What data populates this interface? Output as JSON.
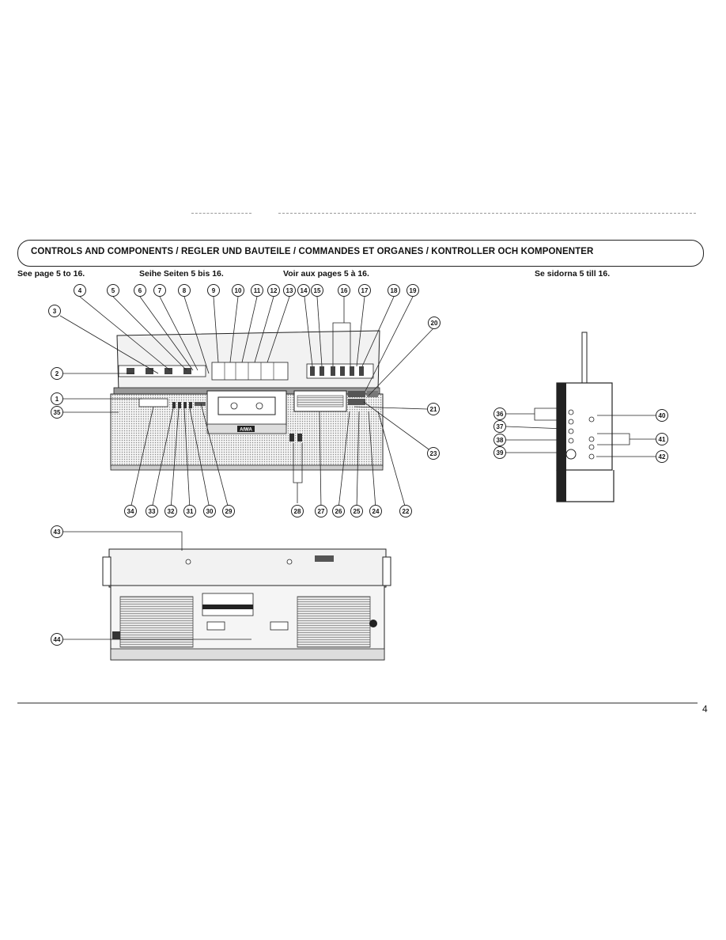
{
  "header": {
    "title": "CONTROLS AND COMPONENTS / REGLER UND BAUTEILE / COMMANDES ET ORGANES / KONTROLLER OCH KOMPONENTER"
  },
  "page_refs": {
    "english": "See page 5 to 16.",
    "german": "Seihe Seiten 5 bis 16.",
    "french": "Voir aux pages 5 à 16.",
    "swedish": "Se sidorna 5 till 16."
  },
  "device": {
    "brand": "AIWA"
  },
  "callouts": {
    "c1": "1",
    "c2": "2",
    "c3": "3",
    "c4": "4",
    "c5": "5",
    "c6": "6",
    "c7": "7",
    "c8": "8",
    "c9": "9",
    "c10": "10",
    "c11": "11",
    "c12": "12",
    "c13": "13",
    "c14": "14",
    "c15": "15",
    "c16": "16",
    "c17": "17",
    "c18": "18",
    "c19": "19",
    "c20": "20",
    "c21": "21",
    "c22": "22",
    "c23": "23",
    "c24": "24",
    "c25": "25",
    "c26": "26",
    "c27": "27",
    "c28": "28",
    "c29": "29",
    "c30": "30",
    "c31": "31",
    "c32": "32",
    "c33": "33",
    "c34": "34",
    "c35": "35",
    "c36": "36",
    "c37": "37",
    "c38": "38",
    "c39": "39",
    "c40": "40",
    "c41": "41",
    "c42": "42",
    "c43": "43",
    "c44": "44"
  },
  "footer": {
    "page_number": "4"
  }
}
